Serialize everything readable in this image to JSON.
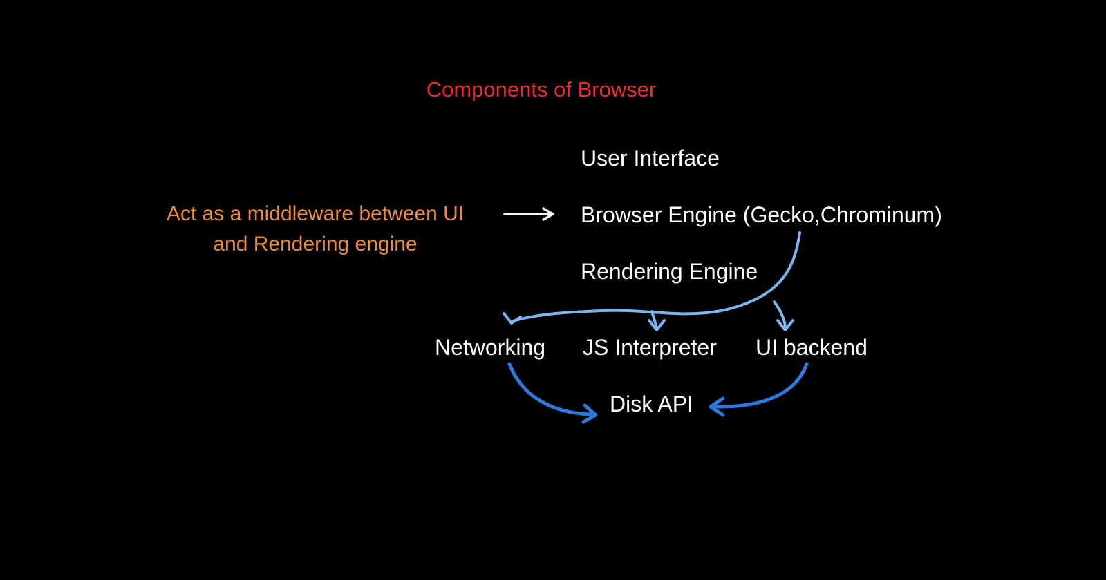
{
  "title": "Components of Browser",
  "annotation": {
    "line1": "Act as a middleware between UI",
    "line2": "and Rendering engine"
  },
  "nodes": {
    "user_interface": "User Interface",
    "browser_engine": "Browser Engine (Gecko,Chrominum)",
    "rendering_engine": "Rendering Engine",
    "networking": "Networking",
    "js_interpreter": "JS Interpreter",
    "ui_backend": "UI backend",
    "disk_api": "Disk API"
  },
  "colors": {
    "background": "#000000",
    "title_red": "#ee2b2b",
    "annotation_orange": "#ec8b3e",
    "node_text": "#ffffff",
    "arrow_white": "#f5f5f5",
    "arrow_light_blue": "#7cb5f2",
    "arrow_blue": "#2d7adf"
  }
}
